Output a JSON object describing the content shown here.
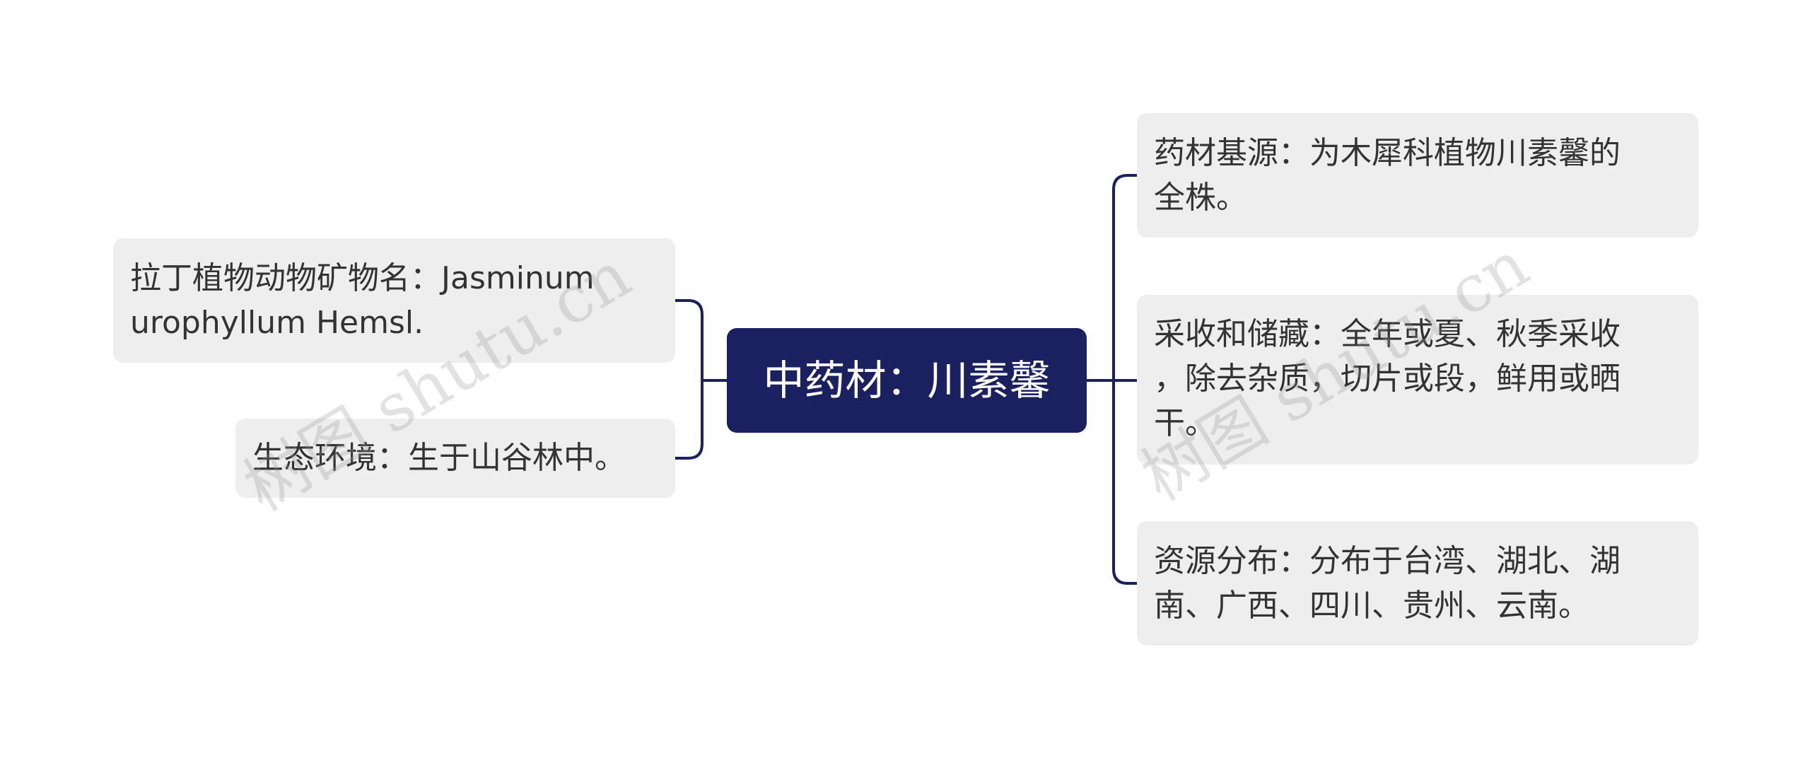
{
  "mindmap": {
    "root": "中药材：川素馨",
    "left_branches": [
      "拉丁植物动物矿物名：Jasminum\nurophyllum Hemsl.",
      "生态环境：生于山谷林中。"
    ],
    "right_branches": [
      "药材基源：为木犀科植物川素馨的\n全株。",
      "采收和储藏：全年或夏、秋季采收\n，除去杂质，切片或段，鲜用或晒\n干。",
      "资源分布：分布于台湾、湖北、湖\n南、广西、四川、贵州、云南。"
    ]
  },
  "watermark": "树图 shutu.cn",
  "colors": {
    "root_fill": "#1b2061",
    "node_fill": "#eeeeee",
    "connector": "#1b2061",
    "text": "#333333"
  }
}
